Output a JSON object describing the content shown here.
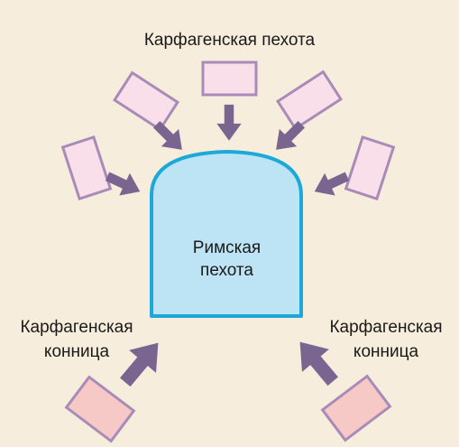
{
  "labels": {
    "carthaginian_infantry": "Карфагенская пехота",
    "roman_infantry_line1": "Римская",
    "roman_infantry_line2": "пехота",
    "cavalry_left_line1": "Карфагенская",
    "cavalry_left_line2": "конница",
    "cavalry_right_line1": "Карфагенская",
    "cavalry_right_line2": "конница"
  },
  "colors": {
    "background": "#f6eddc",
    "infantry_fill": "#f9dfea",
    "cavalry_fill": "#f6c8c6",
    "unit_stroke": "#a98bb8",
    "arrow": "#7a6591",
    "roman_fill": "#bde4f5",
    "roman_stroke": "#1ca9d9"
  }
}
